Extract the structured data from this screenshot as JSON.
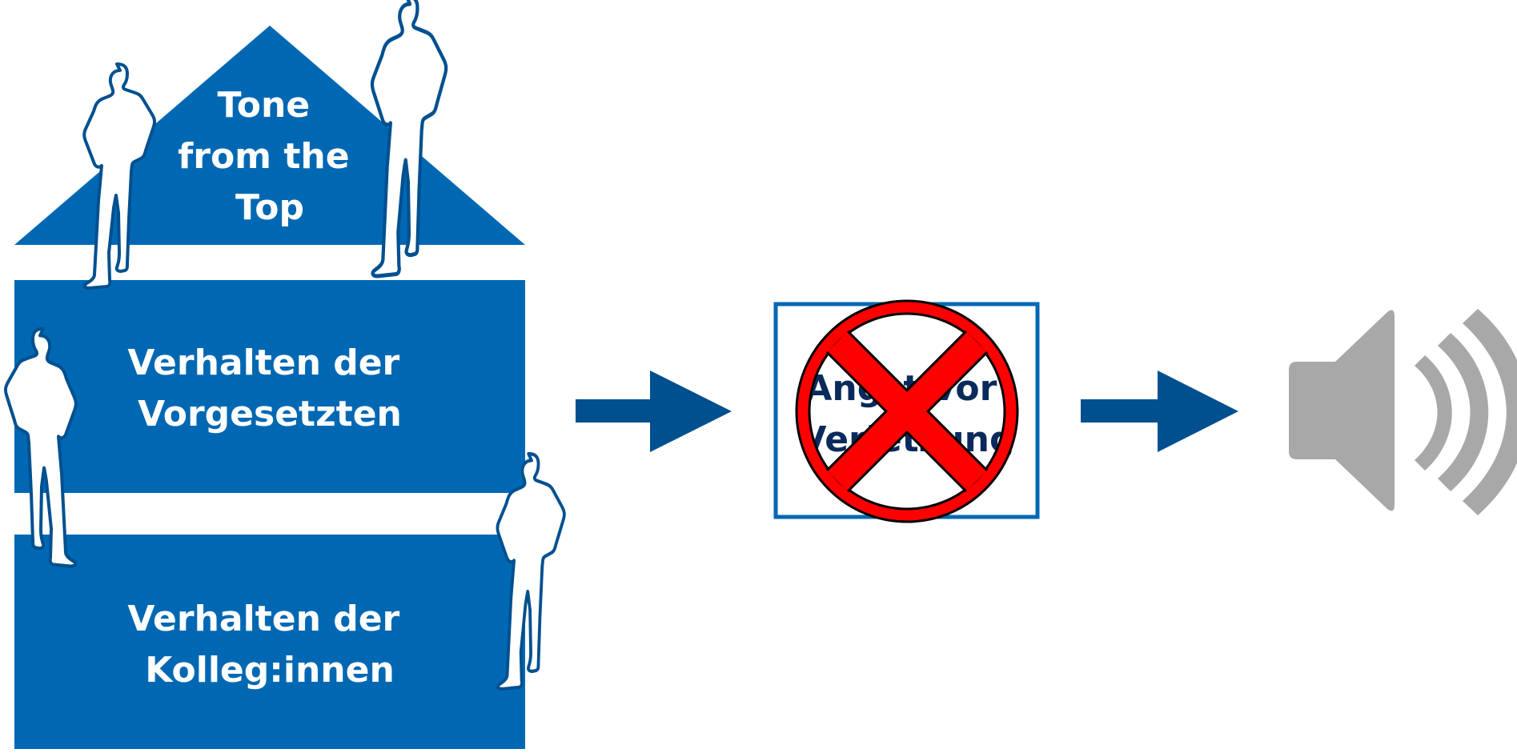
{
  "colors": {
    "blue": "#0068b3",
    "dark_blue": "#00508f",
    "navy_text": "#0a2a5c",
    "red": "#ff0000",
    "gray": "#a8a8a8",
    "white": "#ffffff"
  },
  "roof": {
    "lines": [
      "Tone",
      "from the",
      "Top"
    ]
  },
  "block_supervisors": {
    "lines": [
      "Verhalten der",
      "Vorgesetzten"
    ]
  },
  "block_colleagues": {
    "lines": [
      "Verhalten der",
      "Kolleg:innen"
    ]
  },
  "fear_box": {
    "lines": [
      "Angst vor",
      "Verletzung"
    ],
    "crossed_out": true
  },
  "icons": {
    "arrow_1": "arrow-right-icon",
    "arrow_2": "arrow-right-icon",
    "speaker": "speaker-loud-icon",
    "prohibition": "cross-out-icon",
    "people": "person-silhouette-icon"
  }
}
